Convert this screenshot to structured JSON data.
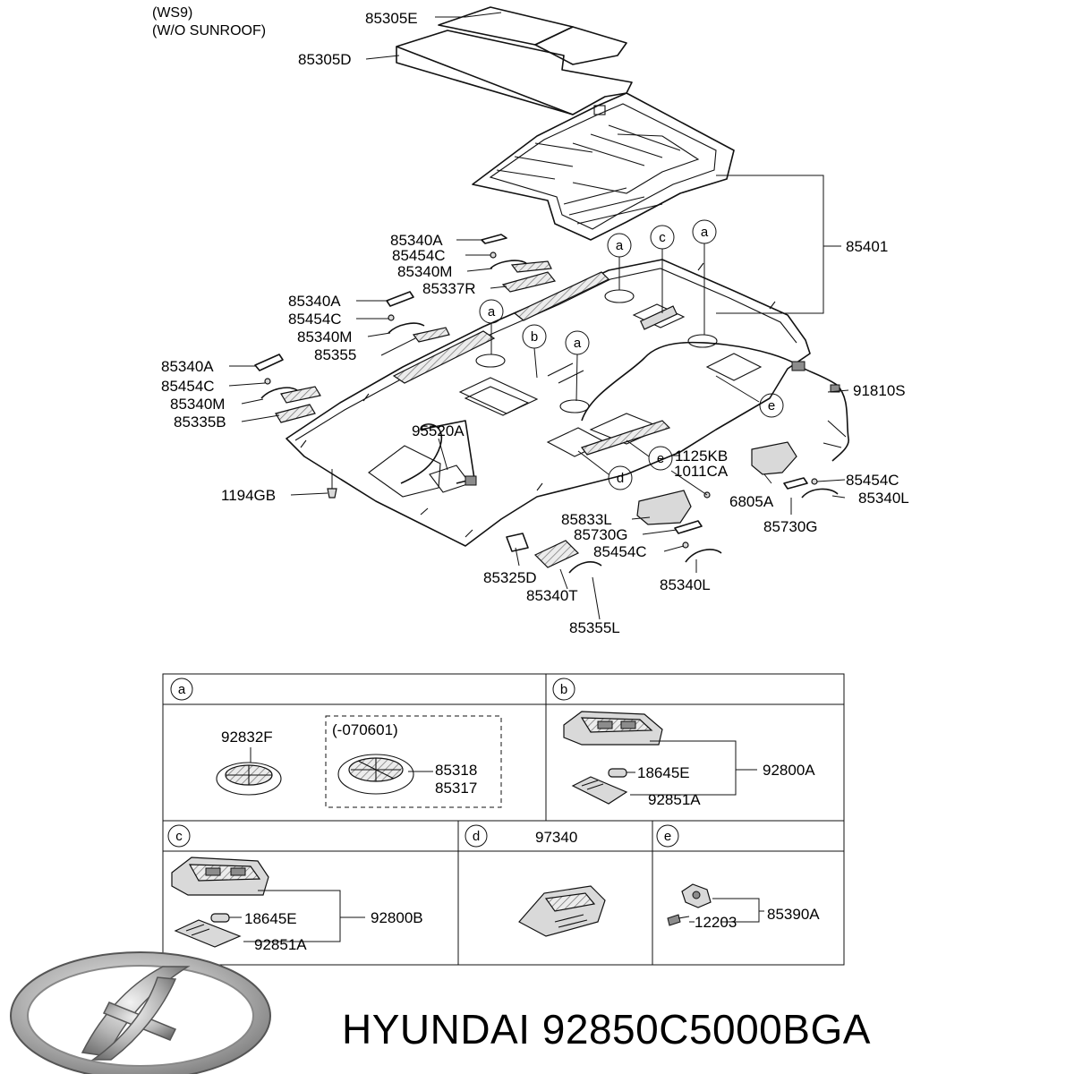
{
  "notes": {
    "spec_line1": "(WS9)",
    "spec_line2": "(W/O SUNROOF)",
    "date_note": "(-070601)"
  },
  "callout_letters": [
    "a",
    "b",
    "c",
    "d",
    "e"
  ],
  "part_labels": [
    "85305E",
    "85305D",
    "85401",
    "85340A",
    "85454C",
    "85340M",
    "85337R",
    "85340A",
    "85454C",
    "85340M",
    "85355",
    "85340A",
    "85454C",
    "85340M",
    "85335B",
    "91810S",
    "95520A",
    "1125KB",
    "1011CA",
    "85454C",
    "6805A",
    "85340L",
    "1194GB",
    "85833L",
    "85730G",
    "85730G",
    "85454C",
    "85325D",
    "85340T",
    "85340L",
    "85355L"
  ],
  "detail_panels": {
    "a": {
      "letter": "a",
      "labels": [
        "92832F",
        "85318",
        "85317"
      ]
    },
    "b": {
      "letter": "b",
      "labels": [
        "18645E",
        "92800A",
        "92851A"
      ]
    },
    "c": {
      "letter": "c",
      "labels": [
        "18645E",
        "92800B",
        "92851A"
      ]
    },
    "d": {
      "letter": "d",
      "labels": [
        "97340"
      ]
    },
    "e": {
      "letter": "e",
      "labels": [
        "85390A",
        "12203"
      ]
    }
  },
  "brand": {
    "caption": "HYUNDAI 92850C5000BGA",
    "logo_icon": "hyundai-logo-icon"
  }
}
